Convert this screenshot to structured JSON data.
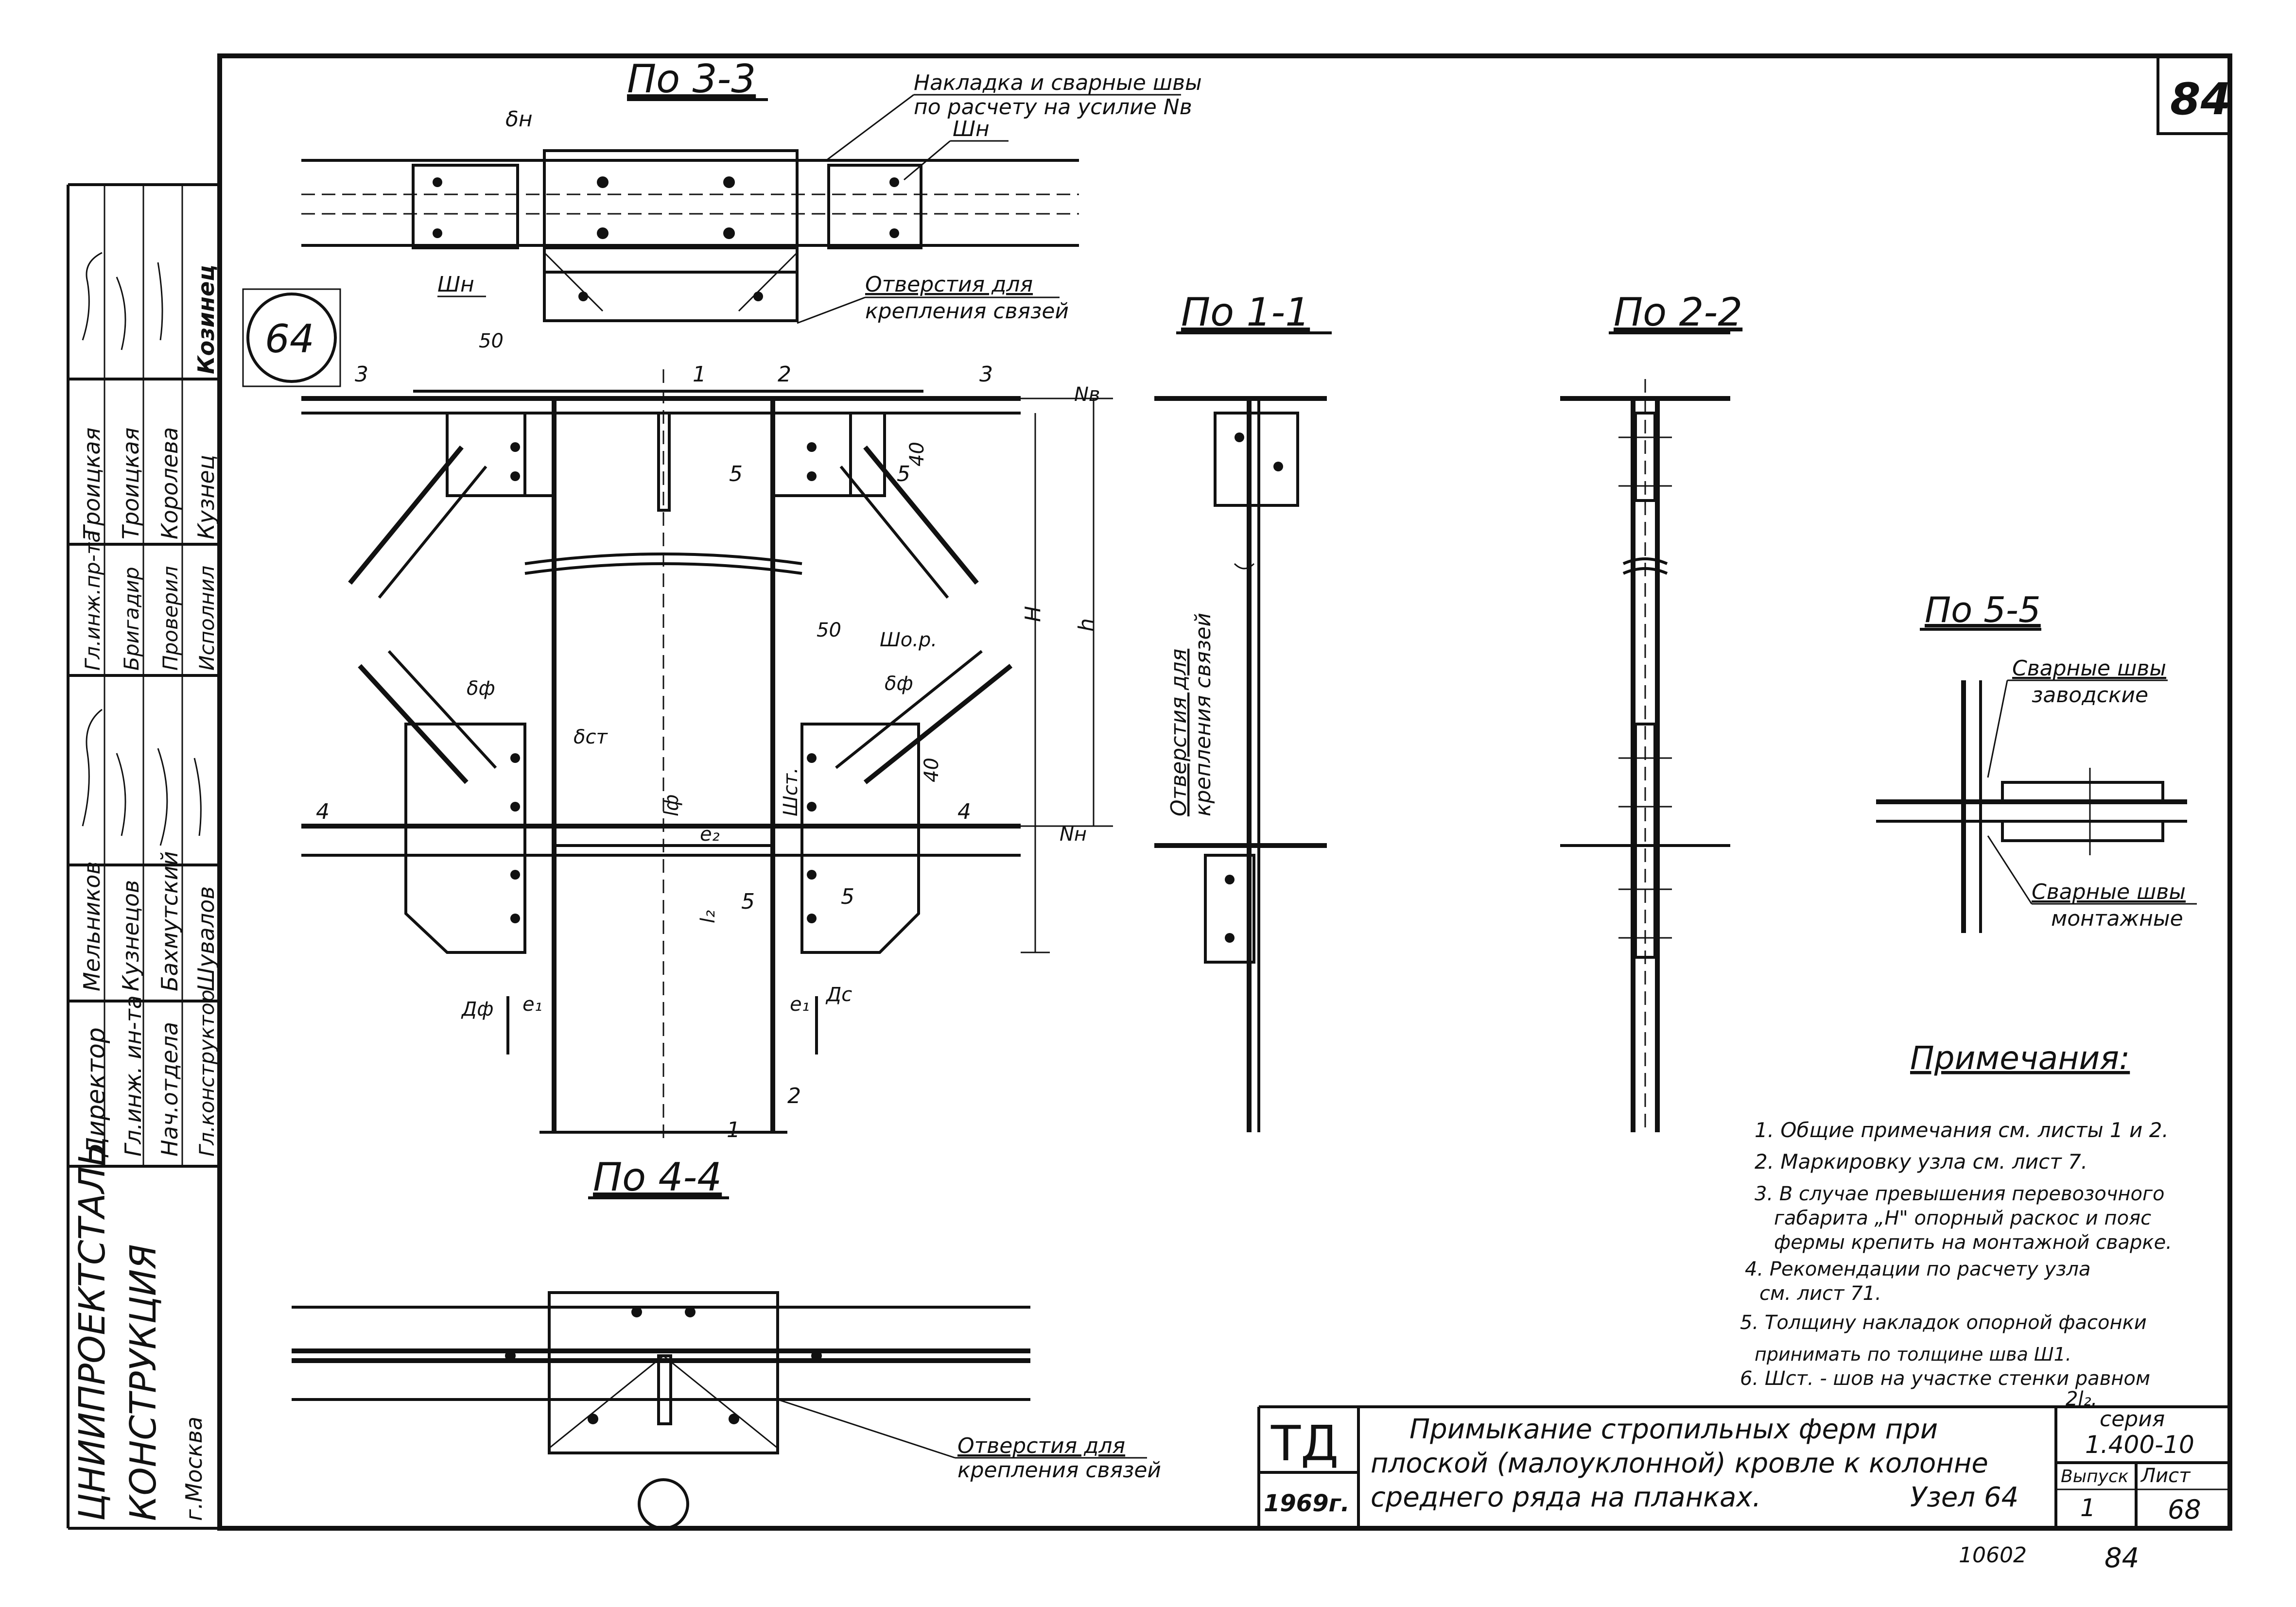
{
  "sheet_number": "84",
  "node_circle": "64",
  "views": {
    "v33": "По 3-3",
    "v11": "По 1-1",
    "v22": "По 2-2",
    "v55": "По 5-5",
    "v44": "По 4-4"
  },
  "callouts": {
    "overlay_line1": "Накладка и сварные швы",
    "overlay_line2": "по расчету на усилие Nв",
    "sh_n_top": "Шн",
    "sh_n_left": "Шн",
    "delta_n": "δн",
    "holes_33_line1": "Отверстия для",
    "holes_33_line2": "крепления связей",
    "holes_11_line1": "Отверстия для",
    "holes_11_line2": "крепления связей",
    "holes_44_line1": "Отверстия для",
    "holes_44_line2": "крепления связей",
    "welds_factory_line1": "Сварные швы",
    "welds_factory_line2": "заводские",
    "welds_field_line1": "Сварные швы",
    "welds_field_line2": "монтажные"
  },
  "dims": {
    "d50_top": "50",
    "d50_right": "50",
    "d40_top": "40",
    "d40_bot": "40",
    "cut3": "3",
    "cut1": "1",
    "cut2": "2",
    "cut5": "5",
    "cut4": "4",
    "N_v": "Nв",
    "N_n": "Nн",
    "H": "H",
    "h": "h",
    "sh_o_r": "Шо.р.",
    "delta_f": "δф",
    "delta_st": "δст",
    "l_f": "lф",
    "sh_st": "Шст.",
    "e2": "e₂",
    "l2": "l₂",
    "e1": "e₁",
    "D_f": "Дф",
    "D_s": "Дс"
  },
  "notes": {
    "heading": "Примечания:",
    "items": [
      "1. Общие примечания см. листы 1 и 2.",
      "2. Маркировку узла см. лист 7.",
      "3. В случае превышения перевозочного",
      "габарита „H\" опорный раскос и пояс",
      "фермы крепить на монтажной сварке.",
      "4. Рекомендации по расчету узла",
      "см. лист 71.",
      "5. Толщину накладок опорной фасонки",
      "принимать по толщине шва Ш1.",
      "6. Шст. - шов на участке стенки равном",
      "2l₂."
    ]
  },
  "side_stamp": {
    "org1": "ЦНИИПРОЕКТСТАЛЬ",
    "org2": "КОНСТРУКЦИЯ",
    "city": "г.Москва",
    "roles": [
      "Директор",
      "Гл.инж. ин-та",
      "Нач.отдела",
      "Гл.конструктор",
      "Гл.инж.пр-та",
      "Бригадир",
      "Проверил",
      "Исполнил"
    ],
    "names": [
      "Мельников",
      "Кузнецов",
      "Бахмутский",
      "Шувалов",
      "Троицкая",
      "Троицкая",
      "Королева",
      "Кузнец",
      "Козинец"
    ]
  },
  "title_block": {
    "code": "ТД",
    "year": "1969г.",
    "title_line1": "Примыкание стропильных ферм при",
    "title_line2": "плоской (малоуклонной) кровле к колонне",
    "title_line3": "среднего ряда на планках.",
    "node": "Узел 64",
    "series_label": "серия",
    "series": "1.400-10",
    "issue_label": "Выпуск",
    "sheet_label": "Лист",
    "issue": "1",
    "sheet": "68"
  },
  "footer": {
    "inv": "10602",
    "page": "84"
  }
}
